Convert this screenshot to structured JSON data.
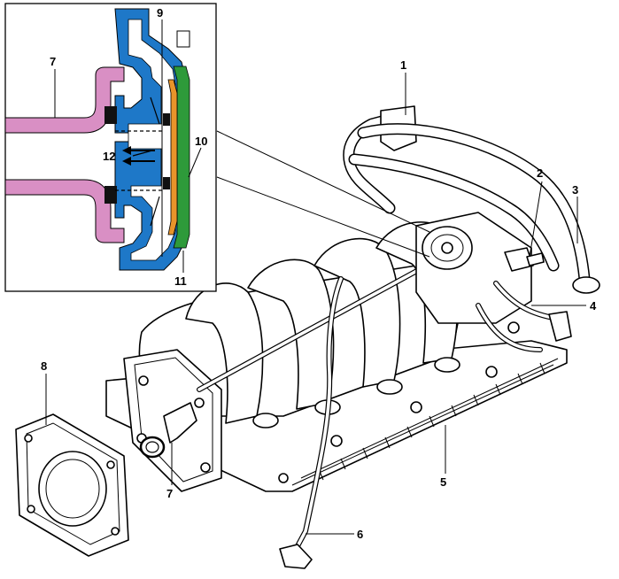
{
  "figure": {
    "callouts": {
      "c1": "1",
      "c2": "2",
      "c3": "3",
      "c4": "4",
      "c5": "5",
      "c6": "6",
      "c7a": "7",
      "c7b": "7",
      "c8": "8",
      "c9": "9",
      "c10": "10",
      "c11": "11",
      "c12": "12"
    },
    "colors": {
      "housing": "#1e78c8",
      "hose": "#d98fc4",
      "seal": "#2e9a3a",
      "diaphragm": "#e8942a",
      "ink": "#000000"
    }
  }
}
